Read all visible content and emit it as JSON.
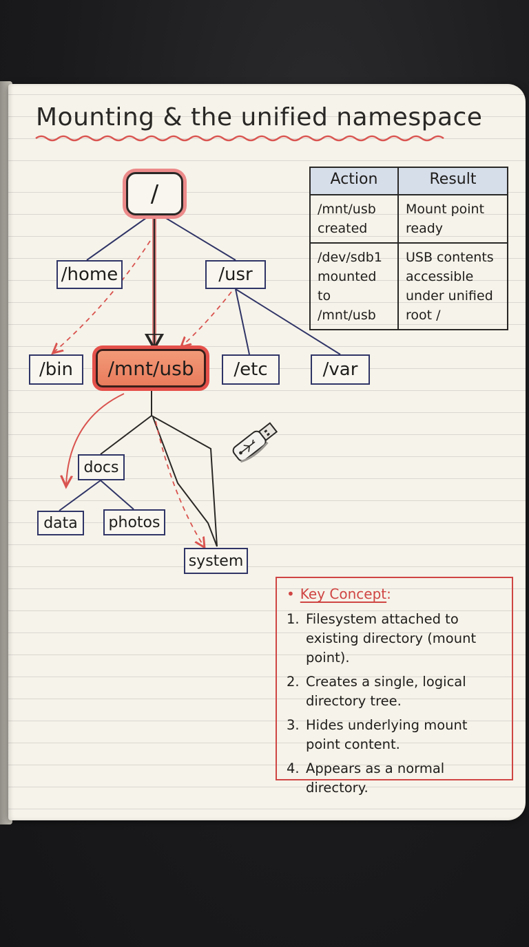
{
  "title": "Mounting & the unified namespace",
  "tree": {
    "root": "/",
    "home": "/home",
    "usr": "/usr",
    "bin": "/bin",
    "mount": "/mnt/usb",
    "etc": "/etc",
    "var": "/var",
    "docs": "docs",
    "data": "data",
    "photos": "photos",
    "system": "system"
  },
  "table": {
    "headers": [
      "Action",
      "Result"
    ],
    "rows": [
      {
        "action": "/mnt/usb created",
        "result": "Mount point ready"
      },
      {
        "action": "/dev/sdb1 mounted to /mnt/usb",
        "result": "USB contents accessible under unified root /"
      }
    ]
  },
  "key_concept": {
    "heading": "Key Concept",
    "items": [
      {
        "num": "1.",
        "text": "Filesystem attached to existing directory (mount point)."
      },
      {
        "num": "2.",
        "text": "Creates a single, logical directory tree."
      },
      {
        "num": "3.",
        "text": "Hides underlying mount point content."
      },
      {
        "num": "4.",
        "text": "Appears as a normal directory."
      }
    ]
  },
  "colors": {
    "ink": "#2a2826",
    "navy": "#2f3466",
    "red": "#cf4543",
    "highlight": "#e97c5c"
  },
  "icons": [
    "usb-drive-icon"
  ]
}
